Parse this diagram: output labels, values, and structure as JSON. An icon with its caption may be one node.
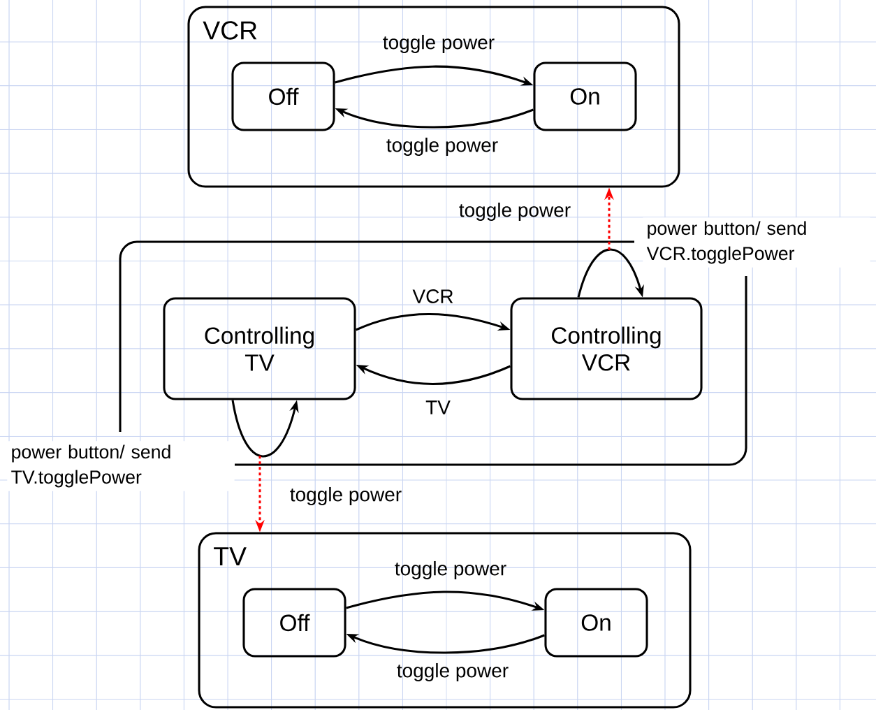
{
  "diagram": {
    "nodes": [
      {
        "text": [
          "VCR"
        ]
      },
      {
        "text": [
          "Off"
        ],
        "in": 0
      },
      {
        "text": [
          "On"
        ],
        "in": 0
      },
      {
        "text": [],
        "shape": "box"
      },
      {
        "text": [
          "Controlling TV"
        ],
        "in": 3
      },
      {
        "text": [
          "Controlling VCR"
        ],
        "in": 3
      },
      {
        "text": [
          "TV"
        ]
      },
      {
        "text": [
          "Off"
        ],
        "in": 6
      },
      {
        "text": [
          "On"
        ],
        "in": 6
      }
    ],
    "edges": [
      {
        "from": 1,
        "to": 2,
        "arrow": "to",
        "label": "toggle power"
      },
      {
        "from": 2,
        "to": 1,
        "arrow": "to",
        "label": "toggle power"
      },
      {
        "from": 4,
        "to": 5,
        "arrow": "to",
        "label": "VCR"
      },
      {
        "from": 5,
        "to": 4,
        "arrow": "to",
        "label": "TV"
      },
      {
        "from": 5,
        "to": 5,
        "arrow": "to",
        "label": "power button/ send VCR.togglePower"
      },
      {
        "from": 3,
        "to": 0,
        "arrow": "to",
        "label": "toggle power",
        "style": "dashed",
        "color": "#ff0000"
      },
      {
        "from": 4,
        "to": 4,
        "arrow": "to",
        "label": "power button/ send TV.togglePower"
      },
      {
        "from": 3,
        "to": 6,
        "arrow": "to",
        "label": "toggle power",
        "style": "dashed",
        "color": "#ff0000"
      },
      {
        "from": 7,
        "to": 8,
        "arrow": "to",
        "label": "toggle power"
      },
      {
        "from": 8,
        "to": 7,
        "arrow": "to",
        "label": "toggle power"
      }
    ]
  }
}
